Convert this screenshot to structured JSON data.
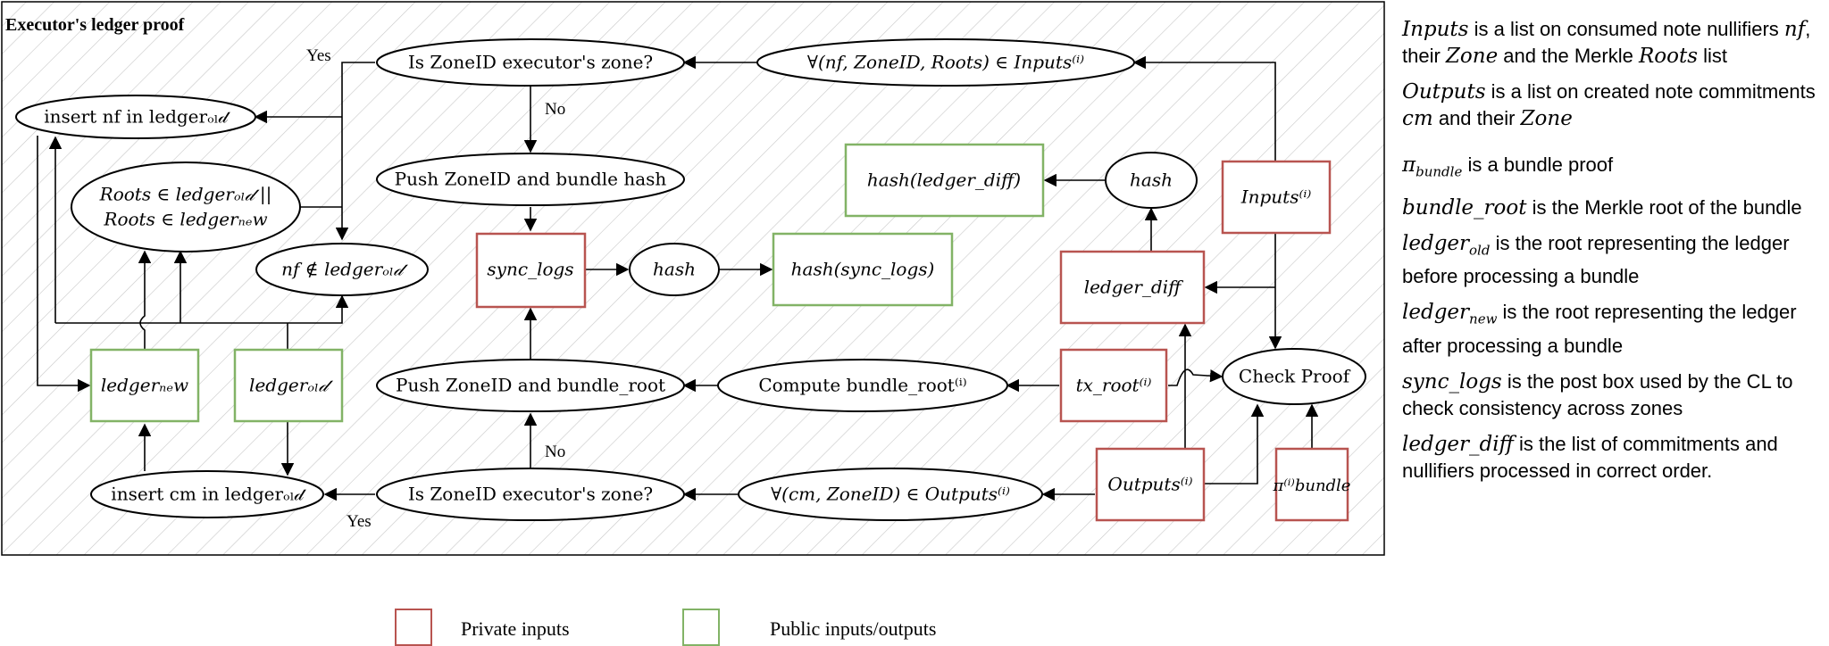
{
  "frame": {
    "title": "Executor's ledger proof"
  },
  "nodes": {
    "forall_inputs": "∀(nf, ZoneID, Roots) ∈ Inputs⁽ⁱ⁾",
    "is_zone_top": "Is ZoneID executor's zone?",
    "insert_nf": "insert nf in ledgerₒₗ𝒹",
    "roots_line1": "Roots ∈ ledgerₒₗ𝒹 ||",
    "roots_line2": "Roots ∈ ledgerₙₑw",
    "nf_not_in": "nf ∉ ledgerₒₗ𝒹",
    "push_hash": "Push ZoneID and bundle hash",
    "sync_logs": "sync_logs",
    "hash_mid": "hash",
    "hash_sync": "hash(sync_logs)",
    "hash_ledger_diff": "hash(ledger_diff)",
    "hash_top": "hash",
    "inputs_box": "Inputs⁽ⁱ⁾",
    "ledger_diff": "ledger_diff",
    "check_proof": "Check Proof",
    "tx_root": "tx_root⁽ⁱ⁾",
    "compute_root": "Compute bundle_root⁽ⁱ⁾",
    "push_root": "Push ZoneID and bundle_root",
    "ledger_new": "ledgerₙₑw",
    "ledger_old": "ledgerₒₗ𝒹",
    "insert_cm": "insert cm in ledgerₒₗ𝒹",
    "is_zone_bottom": "Is ZoneID executor's zone?",
    "forall_outputs": "∀(cm, ZoneID) ∈ Outputs⁽ⁱ⁾",
    "outputs_box": "Outputs⁽ⁱ⁾",
    "pi_bundle": "π⁽ⁱ⁾bundle"
  },
  "edge_labels": {
    "yes_top": "Yes",
    "no_top": "No",
    "no_bottom": "No",
    "yes_bottom": "Yes"
  },
  "legend": {
    "private": "Private inputs",
    "public": "Public inputs/outputs",
    "private_color": "#b85450",
    "public_color": "#82b366"
  },
  "notes": {
    "inputs_term": "Inputs",
    "inputs_text1": " is a list on consumed note nullifiers ",
    "inputs_nf": "nf",
    "inputs_text2": ", their ",
    "inputs_zone": "Zone",
    "inputs_text3": " and the Merkle ",
    "inputs_roots": "Roots",
    "inputs_text4": " list",
    "outputs_term": "Outputs",
    "outputs_text1": " is a list on created note commitments ",
    "outputs_cm": "cm",
    "outputs_text2": " and their ",
    "outputs_zone": "Zone",
    "pi_term": "π",
    "pi_sub": "bundle",
    "pi_text": " is a bundle proof",
    "br_term": "bundle_root",
    "br_text": " is the Merkle root of the bundle",
    "lo_term": "ledger",
    "lo_sub": "old",
    "lo_text": " is the root representing the ledger before processing a bundle",
    "ln_term": "ledger",
    "ln_sub": "new",
    "ln_text": " is the root representing the ledger after processing a bundle",
    "sl_term": "sync_logs",
    "sl_text": " is the post box used by the CL to check consistency across zones",
    "ld_term": "ledger_diff",
    "ld_text": " is the list of commitments and nullifiers processed in correct order."
  }
}
